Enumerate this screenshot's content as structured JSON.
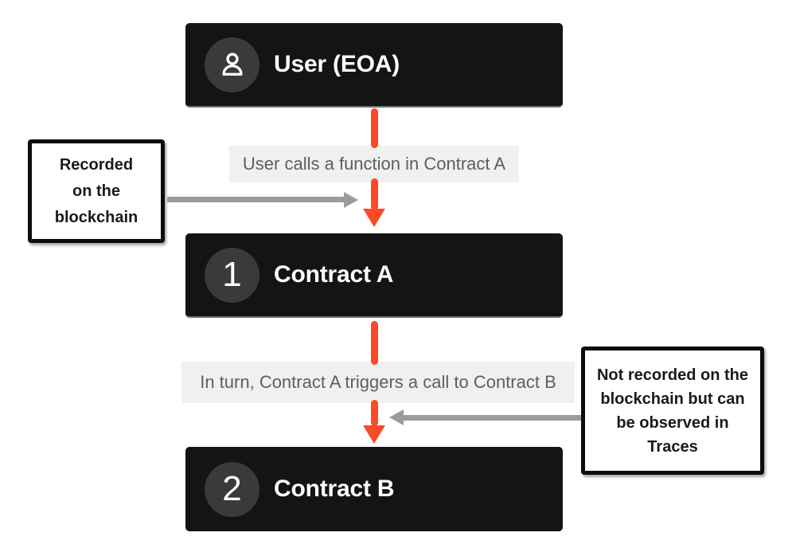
{
  "colors": {
    "accent": "#F94B26",
    "arrow-gray": "#9B9B9B",
    "box-bg": "#141414",
    "circle-bg": "#3A3A3A",
    "label-bg": "#F0F0F0",
    "label-text": "#5E5E5E",
    "note-border": "#0D0D0D",
    "note-text": "#1A1A1A",
    "canvas-bg": "#FFFFFF"
  },
  "nodes": [
    {
      "title": "User (EOA)",
      "badge_icon": "user-icon"
    },
    {
      "title": "Contract A",
      "badge": "1"
    },
    {
      "title": "Contract B",
      "badge": "2"
    }
  ],
  "edges": [
    {
      "label": "User calls a function in Contract A"
    },
    {
      "label": "In turn, Contract A triggers a call to Contract B"
    }
  ],
  "notes": {
    "left": {
      "text": "Recorded\non the\nblockchain"
    },
    "right": {
      "text": "Not recorded on the\nblockchain but can\nbe observed in\nTraces"
    }
  }
}
